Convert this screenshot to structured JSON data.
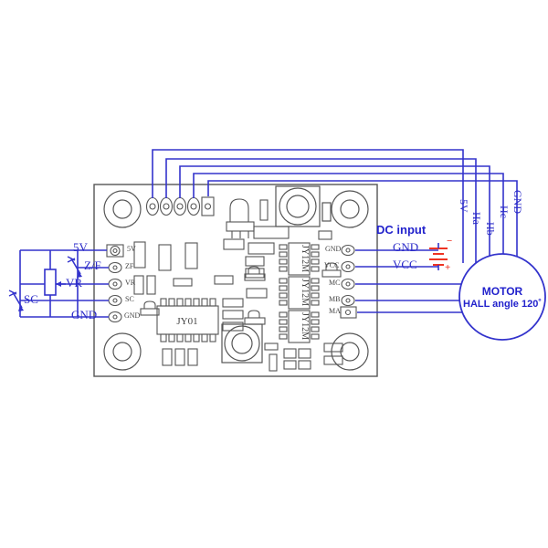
{
  "diagram": {
    "title_visible": false,
    "colors": {
      "wire": "#3333cc",
      "board_outline": "#555555",
      "label_blue": "#2222cc",
      "polarity_red": "#ee3322",
      "pcb_silk": "#444444"
    }
  },
  "board": {
    "ic_main": "JY01",
    "ic_drivers": [
      "JY12M",
      "JY12M",
      "JY12M"
    ],
    "left_pads": [
      {
        "label": "5V"
      },
      {
        "label": "ZF"
      },
      {
        "label": "VR"
      },
      {
        "label": "SC"
      },
      {
        "label": "GND"
      }
    ],
    "right_pads": [
      {
        "label": "GND"
      },
      {
        "label": "VCC"
      },
      {
        "label": "MC"
      },
      {
        "label": "MB"
      },
      {
        "label": "MA"
      }
    ],
    "top_pads_count": 5
  },
  "left_circuit": {
    "wire_labels": [
      {
        "label": "5V"
      },
      {
        "label": "Z/F"
      },
      {
        "label": "VR"
      },
      {
        "label": "SC"
      },
      {
        "label": "GND"
      }
    ],
    "switch_sc": "SC",
    "switch_zf": "Z/F",
    "potentiometer": "VR"
  },
  "dc_input": {
    "heading": "DC input",
    "gnd_label": "GND",
    "vcc_label": "VCC",
    "minus": "−",
    "plus": "+"
  },
  "hall_wires": [
    {
      "label": "5V"
    },
    {
      "label": "Ha"
    },
    {
      "label": "Hb"
    },
    {
      "label": "Hc"
    },
    {
      "label": "GND"
    }
  ],
  "motor": {
    "line1": "MOTOR",
    "line2": "HALL angle 120˚"
  }
}
